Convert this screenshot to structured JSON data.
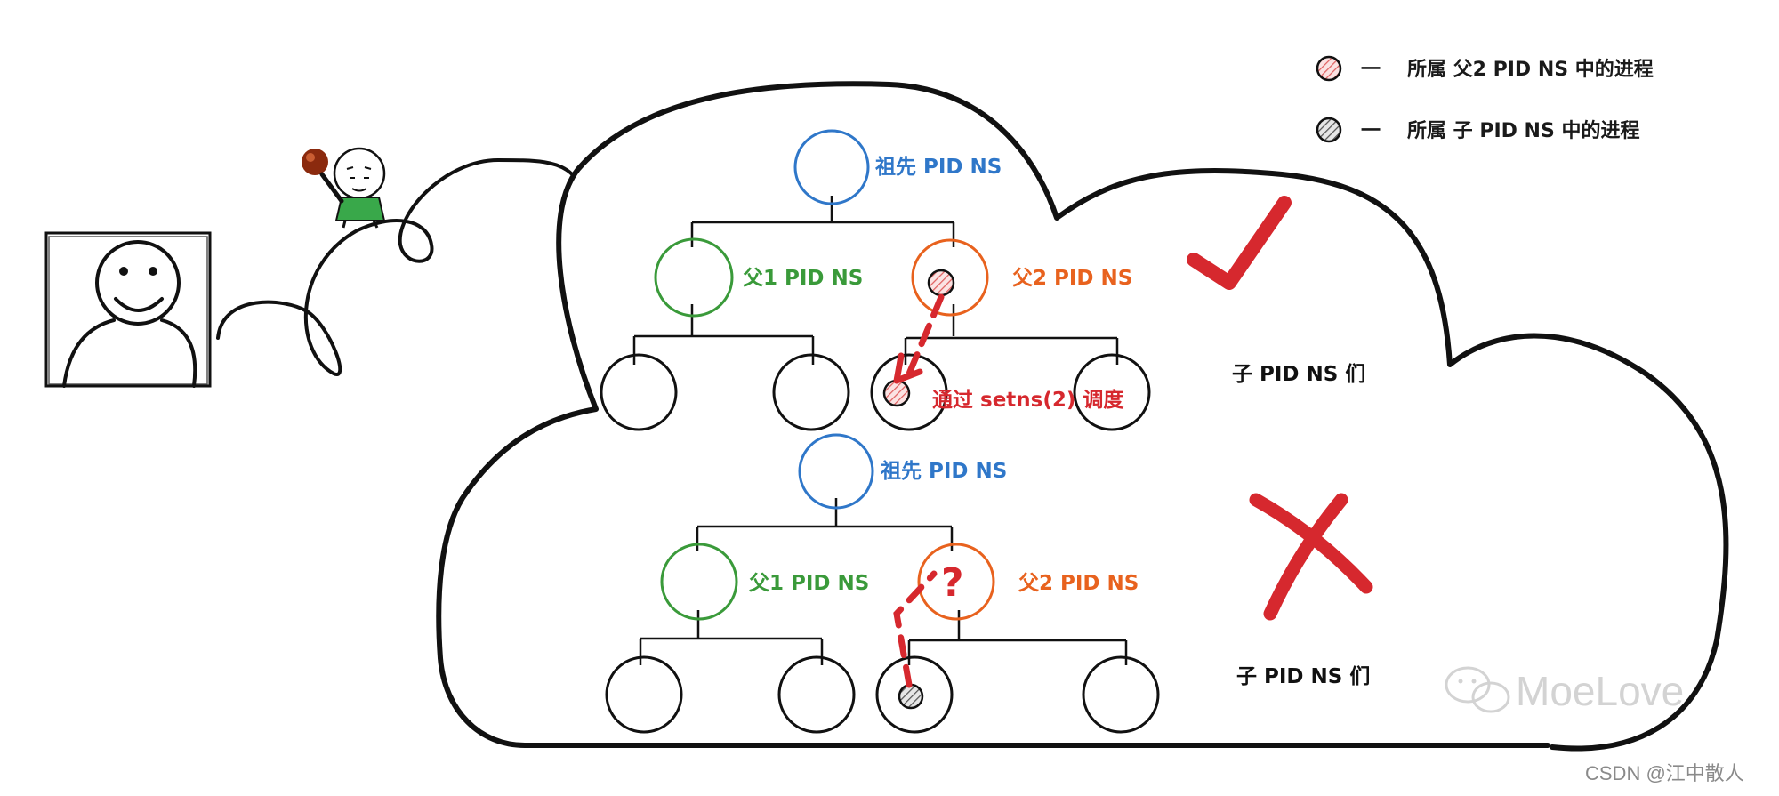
{
  "colors": {
    "ink": "#111111",
    "blue": "#2f77c9",
    "green": "#3a9a3a",
    "orange": "#e8621e",
    "red": "#d6282e",
    "hatch_red": "#e06060",
    "hatch_gray": "#555555"
  },
  "legend": {
    "item1": {
      "dash": "一",
      "text": "所属 父2 PID NS 中的进程",
      "icon": "red-hatched-circle-icon"
    },
    "item2": {
      "dash": "一",
      "text": "所属 子 PID NS 中的进程",
      "icon": "gray-hatched-circle-icon"
    }
  },
  "top_tree": {
    "ancestor_label": "祖先 PID NS",
    "parent1_label": "父1 PID NS",
    "parent2_label": "父2 PID NS",
    "action_label": "通过 setns(2) 调度",
    "children_label": "子 PID NS 们",
    "result_icon": "check-icon"
  },
  "bottom_tree": {
    "ancestor_label": "祖先 PID NS",
    "parent1_label": "父1 PID NS",
    "parent2_label": "父2 PID NS",
    "question_mark": "?",
    "children_label": "子 PID NS 们",
    "result_icon": "cross-icon"
  },
  "watermark": {
    "text": "MoeLove",
    "icon": "wechat-icon"
  },
  "credit": "CSDN @江中散人"
}
